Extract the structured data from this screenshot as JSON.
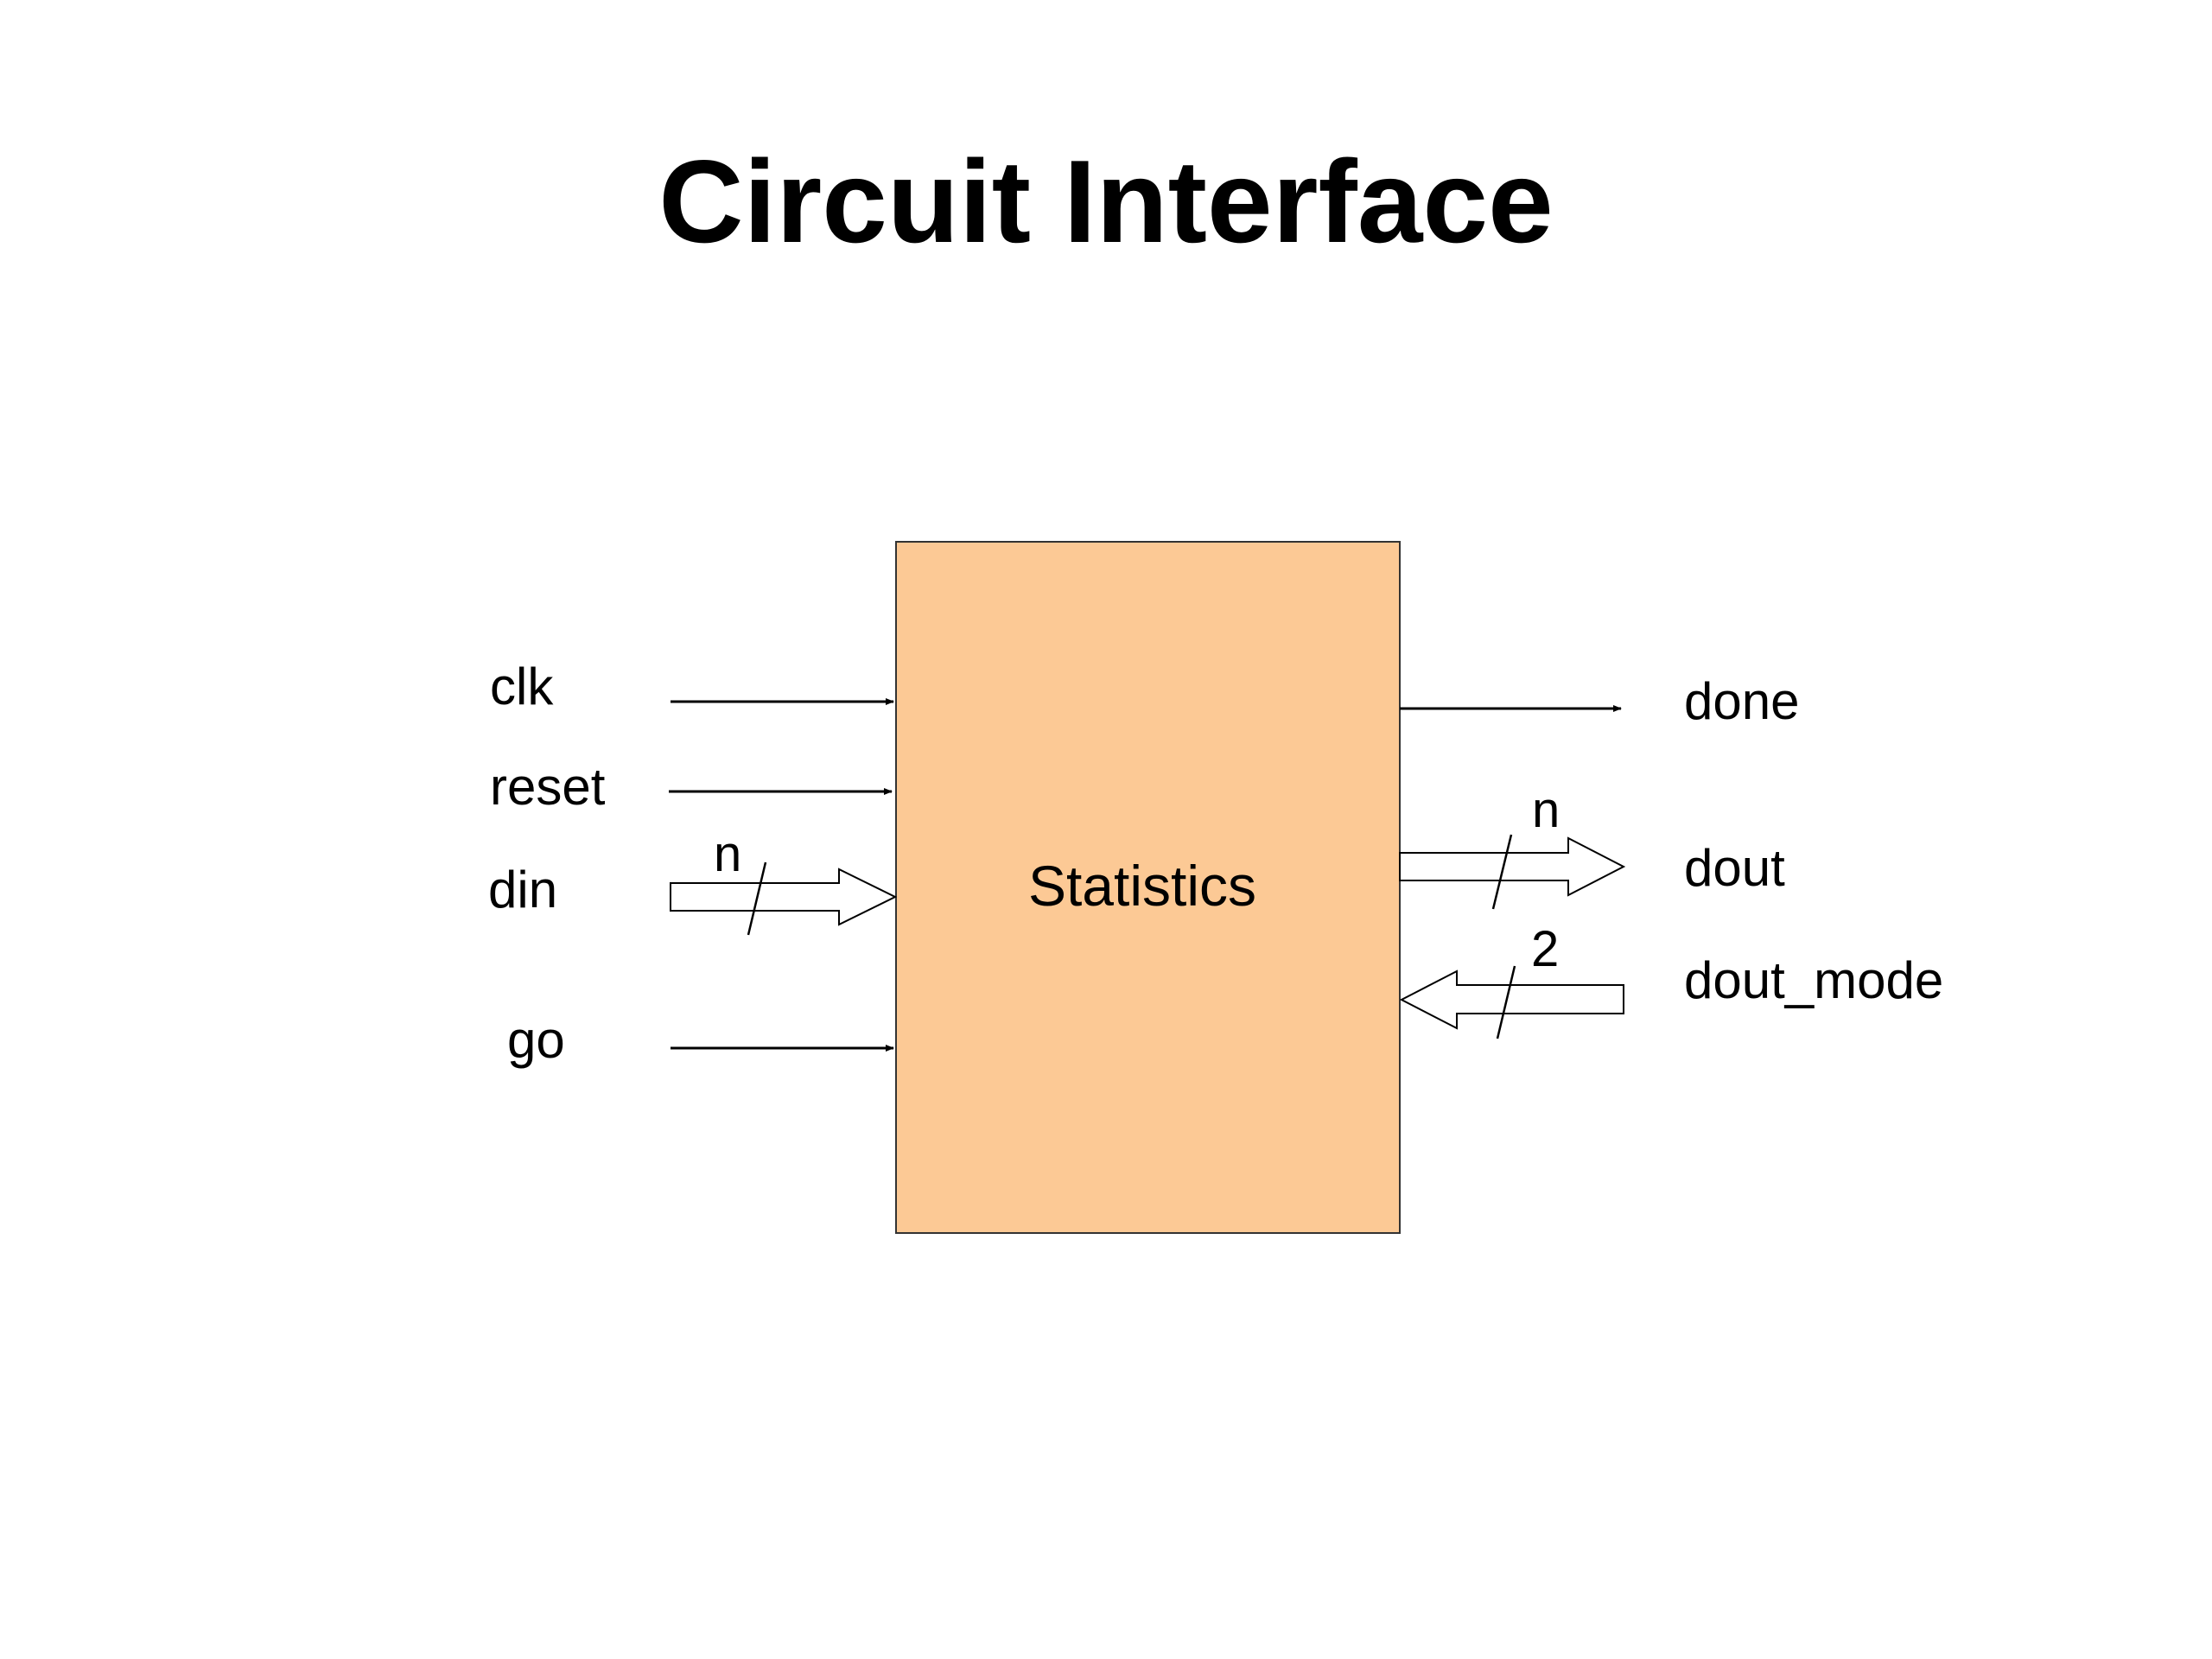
{
  "slide": {
    "title": "Circuit Interface"
  },
  "block": {
    "label": "Statistics",
    "fill": "#FCC995",
    "stroke": "#333333"
  },
  "inputs": {
    "clk": "clk",
    "reset": "reset",
    "din": "din",
    "din_width": "n",
    "go": "go"
  },
  "outputs": {
    "done": "done",
    "dout": "dout",
    "dout_width": "n",
    "dout_mode": "dout_mode",
    "dout_mode_width": "2"
  }
}
